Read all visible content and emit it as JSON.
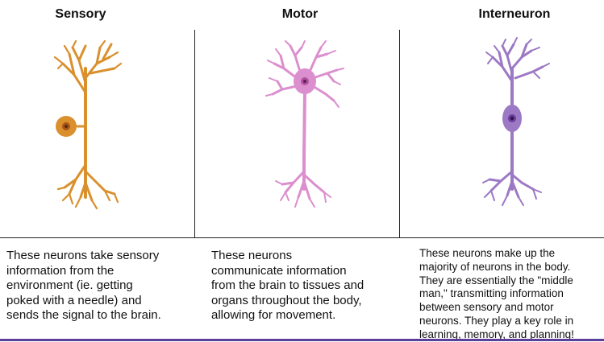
{
  "columns": [
    {
      "title": "Sensory",
      "description": "These neurons take sensory\ninformation from the\nenvironment (ie. getting\npoked with a needle) and\nsends the signal to the brain.",
      "color": "#d9902d"
    },
    {
      "title": "Motor",
      "description": "These neurons\ncommunicate information\nfrom the brain to tissues and\norgans throughout the body,\nallowing for movement.",
      "color": "#dc8fce"
    },
    {
      "title": "Interneuron",
      "description": "These neurons make up the\nmajority of neurons in the body.\nThey are essentially the \"middle\nman,\" transmitting information\nbetween  sensory and motor\nneurons. They play a key role in\nlearning, memory, and planning!",
      "color": "#9c79c4"
    }
  ],
  "icons": [
    "sensory-neuron-icon",
    "motor-neuron-icon",
    "interneuron-icon"
  ],
  "accent_line_color": "#5a3e9a"
}
